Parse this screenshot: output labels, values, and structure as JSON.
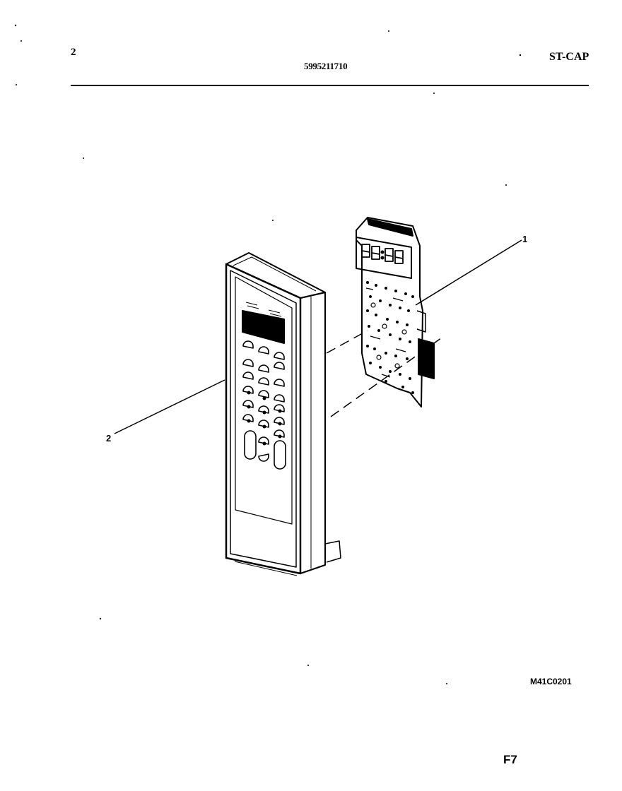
{
  "header": {
    "page_number": "2",
    "part_number": "5995211710",
    "series": "ST-CAP"
  },
  "diagram": {
    "callouts": [
      {
        "label": "1",
        "part": "electronic control board"
      },
      {
        "label": "2",
        "part": "control panel overlay"
      }
    ],
    "display_digits": "88:88"
  },
  "footer": {
    "diagram_code": "M41C0201",
    "sheet_id": "F7"
  },
  "colors": {
    "ink": "#000000",
    "paper": "#ffffff"
  }
}
